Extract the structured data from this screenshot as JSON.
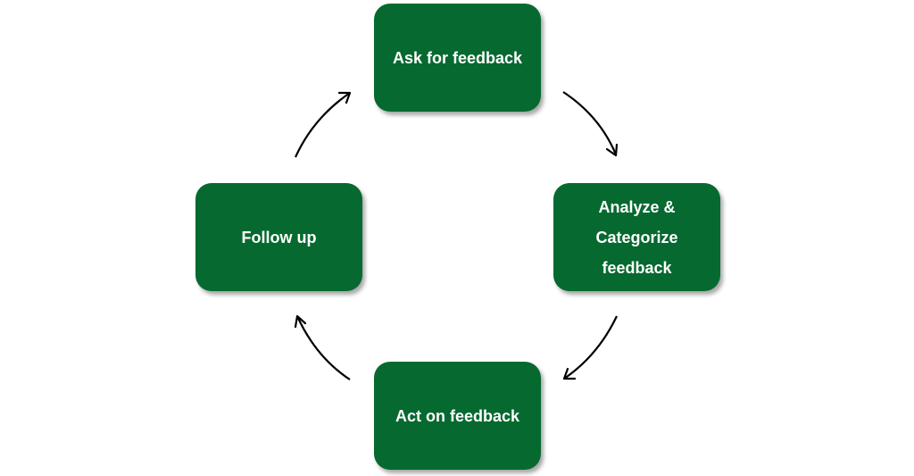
{
  "diagram": {
    "node_color": "#06692f",
    "arrow_color": "#000000",
    "nodes": {
      "ask": {
        "label": "Ask for feedback"
      },
      "analyze": {
        "label": "Analyze & Categorize feedback"
      },
      "act": {
        "label": "Act on feedback"
      },
      "follow": {
        "label": "Follow up"
      }
    },
    "flow": [
      {
        "from": "ask",
        "to": "analyze"
      },
      {
        "from": "analyze",
        "to": "act"
      },
      {
        "from": "act",
        "to": "follow"
      },
      {
        "from": "follow",
        "to": "ask"
      }
    ]
  }
}
